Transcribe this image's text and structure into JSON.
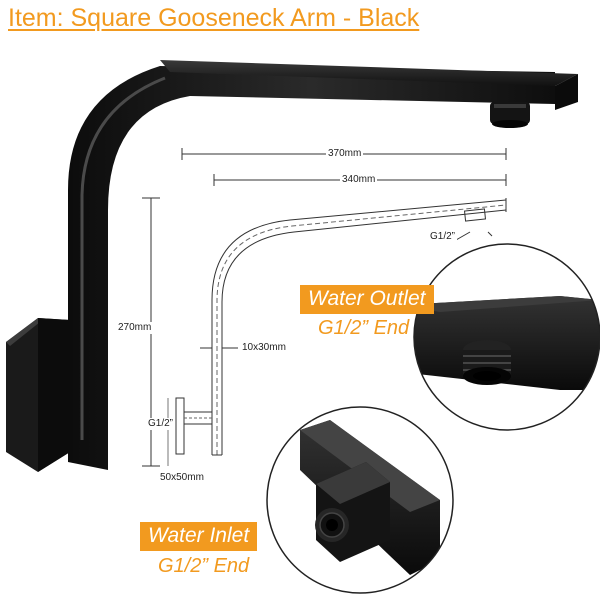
{
  "title": "Item: Square Gooseneck Arm - Black",
  "dimensions": {
    "overall_length": "370mm",
    "arm_length": "340mm",
    "height": "270mm",
    "arm_section": "10x30mm",
    "outlet_thread": "G1/2”",
    "inlet_thread": "G1/2”",
    "base_size": "50x50mm"
  },
  "callouts": {
    "outlet": {
      "label": "Water Outlet",
      "sub": "G1/2” End"
    },
    "inlet": {
      "label": "Water Inlet",
      "sub": "G1/2” End"
    }
  },
  "colors": {
    "accent": "#f29a1f",
    "product": "#141414"
  }
}
